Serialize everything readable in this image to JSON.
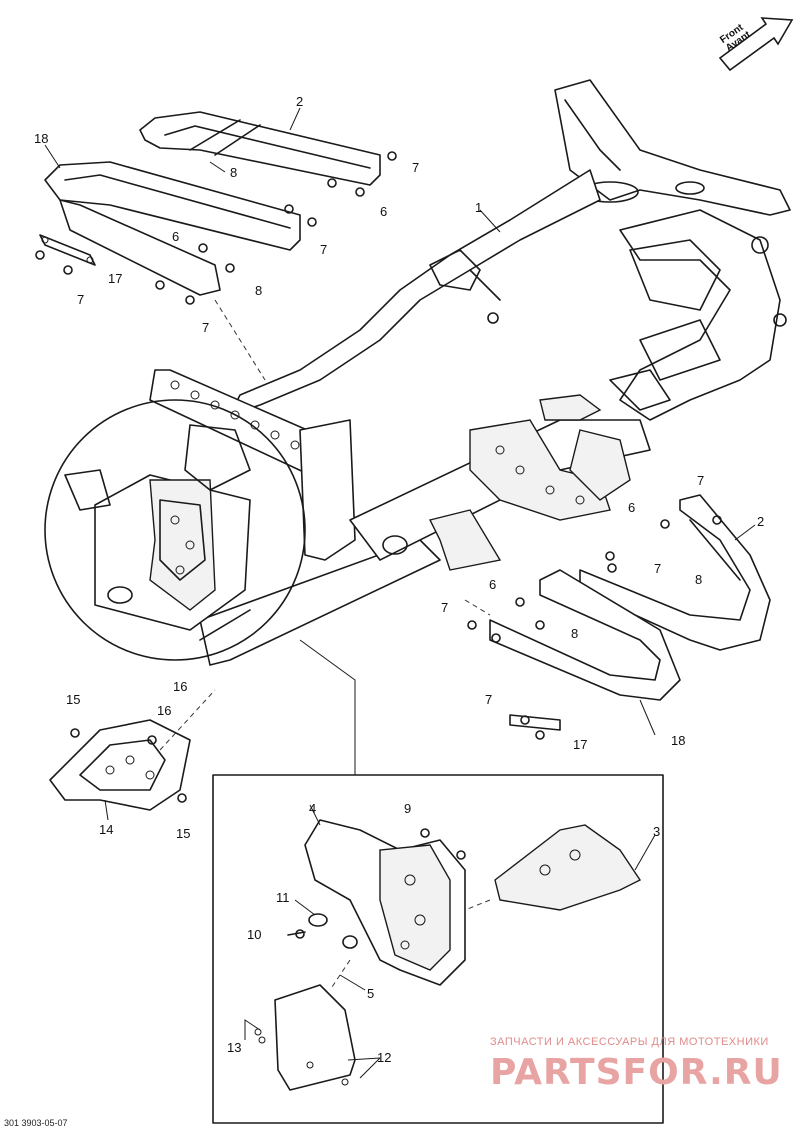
{
  "badge": {
    "line1": "Front",
    "line2": "Avant"
  },
  "callouts": [
    {
      "id": "c2a",
      "text": "2"
    },
    {
      "id": "c18a",
      "text": "18"
    },
    {
      "id": "c8a",
      "text": "8"
    },
    {
      "id": "c7a",
      "text": "7"
    },
    {
      "id": "c6a",
      "text": "6"
    },
    {
      "id": "c1",
      "text": "1"
    },
    {
      "id": "c6b",
      "text": "6"
    },
    {
      "id": "c7b",
      "text": "7"
    },
    {
      "id": "c17a",
      "text": "17"
    },
    {
      "id": "c8b",
      "text": "8"
    },
    {
      "id": "c7c",
      "text": "7"
    },
    {
      "id": "c7d",
      "text": "7"
    },
    {
      "id": "c7e",
      "text": "7"
    },
    {
      "id": "c6c",
      "text": "6"
    },
    {
      "id": "c2b",
      "text": "2"
    },
    {
      "id": "c7f",
      "text": "7"
    },
    {
      "id": "c6d",
      "text": "6"
    },
    {
      "id": "c8c",
      "text": "8"
    },
    {
      "id": "c7g",
      "text": "7"
    },
    {
      "id": "c8d",
      "text": "8"
    },
    {
      "id": "c16a",
      "text": "16"
    },
    {
      "id": "c7h",
      "text": "7"
    },
    {
      "id": "c17b",
      "text": "17"
    },
    {
      "id": "c18b",
      "text": "18"
    },
    {
      "id": "c15a",
      "text": "15"
    },
    {
      "id": "c16b",
      "text": "16"
    },
    {
      "id": "c14",
      "text": "14"
    },
    {
      "id": "c15b",
      "text": "15"
    },
    {
      "id": "c4",
      "text": "4"
    },
    {
      "id": "c9",
      "text": "9"
    },
    {
      "id": "c3",
      "text": "3"
    },
    {
      "id": "c11",
      "text": "11"
    },
    {
      "id": "c10",
      "text": "10"
    },
    {
      "id": "c5",
      "text": "5"
    },
    {
      "id": "c13",
      "text": "13"
    },
    {
      "id": "c12",
      "text": "12"
    }
  ],
  "watermark": {
    "tagline": "ЗАПЧАСТИ И АКСЕССУАРЫ ДЛЯ МОТОТЕХНИКИ",
    "brand": "PARTSFOR.RU"
  },
  "doc_code": "301 3903-05-07"
}
